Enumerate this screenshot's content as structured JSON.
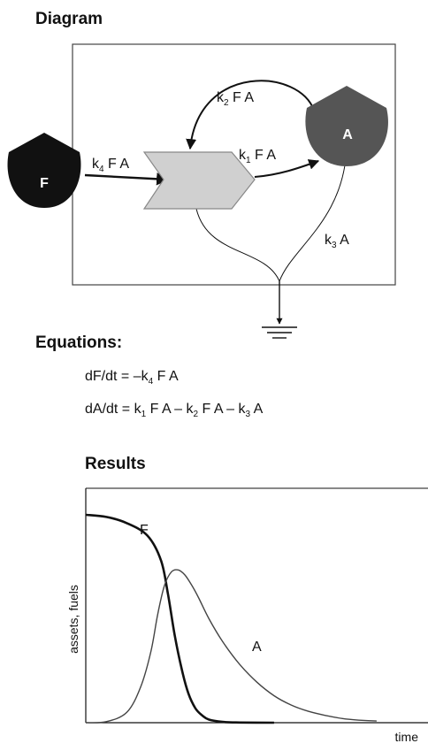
{
  "headings": {
    "diagram": "Diagram",
    "equations": "Equations:",
    "results": "Results"
  },
  "nodes": {
    "fuel": "F",
    "asset": "A"
  },
  "flows": {
    "k4fa": {
      "k": "k",
      "sub": "4",
      "rest": " F A"
    },
    "k1fa": {
      "k": "k",
      "sub": "1",
      "rest": " F A"
    },
    "k2fa": {
      "k": "k",
      "sub": "2",
      "rest": " F A"
    },
    "k3a": {
      "k": "k",
      "sub": "3",
      "rest": " A"
    }
  },
  "equations": {
    "eq1": [
      {
        "t": "dF/dt = –k"
      },
      {
        "s": "4"
      },
      {
        "t": " F A"
      }
    ],
    "eq2": [
      {
        "t": "dA/dt = k"
      },
      {
        "s": "1"
      },
      {
        "t": " F A – k"
      },
      {
        "s": "2"
      },
      {
        "t": " F A – k"
      },
      {
        "s": "3"
      },
      {
        "t": " A"
      }
    ]
  },
  "chart_data": {
    "type": "line",
    "title": "Results",
    "xlabel": "time",
    "ylabel": "assets, fuels",
    "grid": false,
    "series": [
      {
        "name": "F",
        "x": [
          0,
          0.06,
          0.12,
          0.18,
          0.22,
          0.24,
          0.26,
          0.28,
          0.3,
          0.32,
          0.34,
          0.36,
          0.4,
          0.45,
          0.55
        ],
        "y": [
          1.0,
          0.99,
          0.96,
          0.9,
          0.78,
          0.62,
          0.42,
          0.26,
          0.14,
          0.07,
          0.035,
          0.015,
          0.004,
          0.001,
          0.0
        ]
      },
      {
        "name": "A",
        "x": [
          0,
          0.06,
          0.12,
          0.16,
          0.19,
          0.21,
          0.23,
          0.25,
          0.27,
          0.29,
          0.31,
          0.33,
          0.36,
          0.4,
          0.45,
          0.5,
          0.55,
          0.6,
          0.65,
          0.7,
          0.75,
          0.8,
          0.85
        ],
        "y": [
          0.0,
          0.005,
          0.05,
          0.17,
          0.34,
          0.52,
          0.66,
          0.725,
          0.735,
          0.71,
          0.66,
          0.6,
          0.5,
          0.39,
          0.28,
          0.195,
          0.13,
          0.085,
          0.055,
          0.035,
          0.02,
          0.012,
          0.008
        ]
      }
    ],
    "xlim": [
      0,
      1
    ],
    "ylim": [
      0,
      1
    ],
    "annotations": [
      "F",
      "A"
    ]
  }
}
